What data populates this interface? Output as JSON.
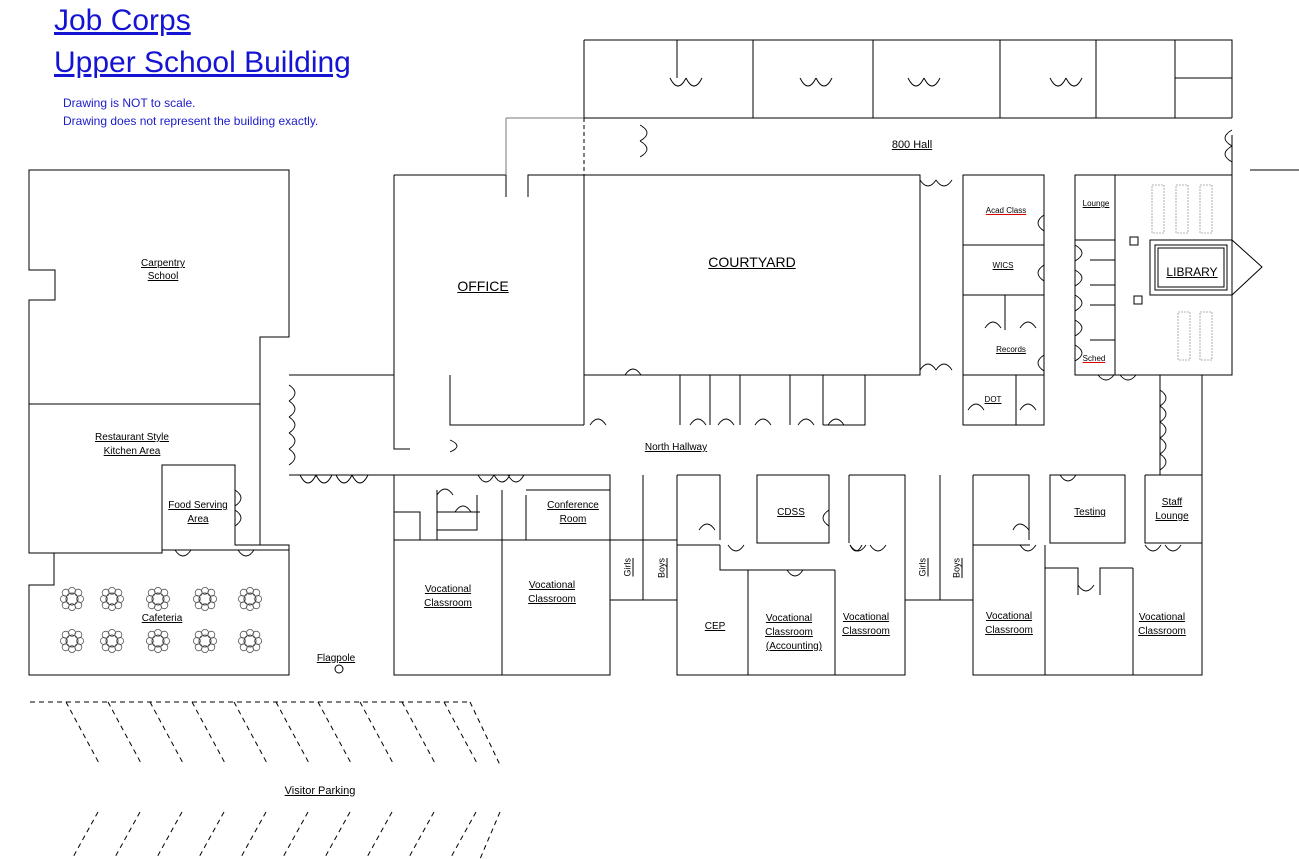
{
  "header": {
    "title_line1": "Job Corps",
    "title_line2": "Upper School Building",
    "note_line1": "Drawing is NOT to scale.",
    "note_line2": "Drawing does not represent the building exactly."
  },
  "colors": {
    "title": "#1414d2",
    "line": "#000000",
    "shelf": "#9a9a9a"
  },
  "rooms": {
    "carpentry": "Carpentry School",
    "carpentry_l1": "Carpentry",
    "carpentry_l2": "School",
    "restaurant_l1": "Restaurant Style",
    "restaurant_l2": "Kitchen Area",
    "food_l1": "Food Serving",
    "food_l2": "Area",
    "cafeteria": "Cafeteria",
    "flagpole": "Flagpole",
    "visitor_parking": "Visitor Parking",
    "office": "OFFICE",
    "courtyard": "COURTYARD",
    "hall_800": "800 Hall",
    "north_hallway": "North Hallway",
    "acad_class": "Acad Class",
    "wics": "WICS",
    "records": "Records",
    "dot": "DOT",
    "lounge": "Lounge",
    "sched": "Sched",
    "library": "LIBRARY",
    "conf_l1": "Conference",
    "conf_l2": "Room",
    "voc_l1": "Vocational",
    "voc_l2": "Classroom",
    "voc_acc_l3": "(Accounting)",
    "girls": "Girls",
    "boys": "Boys",
    "cdss": "CDSS",
    "cep": "CEP",
    "testing": "Testing",
    "staff_l1": "Staff",
    "staff_l2": "Lounge"
  }
}
